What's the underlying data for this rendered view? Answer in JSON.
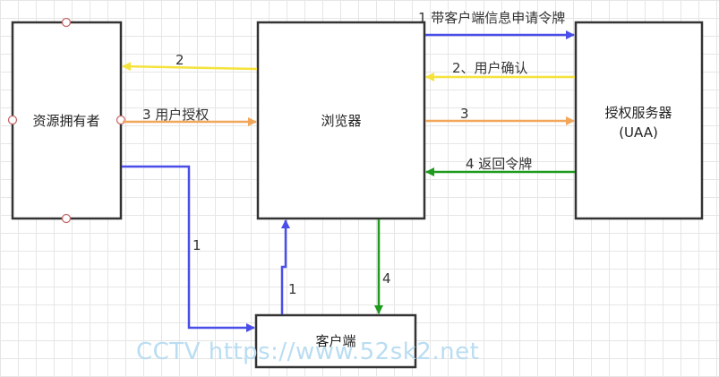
{
  "nodes": {
    "resource_owner": "资源拥有者",
    "browser": "浏览器",
    "auth_server_line1": "授权服务器",
    "auth_server_line2": "(UAA)",
    "client": "客户端"
  },
  "edges": {
    "b_to_uaa_request": "1 带客户端信息申请令牌",
    "b_to_ro": "2",
    "uaa_to_b_confirm": "2、用户确认",
    "ro_to_b_grant": "3 用户授权",
    "b_to_uaa": "3",
    "uaa_to_b_token": "4 返回令牌",
    "ro_to_client": "1",
    "client_to_b": "1",
    "b_to_client": "4"
  },
  "colors": {
    "blue": "#4a4ee8",
    "yellow": "#f5e23a",
    "orange": "#f2a65a",
    "green": "#1e9a1e",
    "box": "#333333"
  },
  "watermark": "CCTV https://www.52sk2.net"
}
